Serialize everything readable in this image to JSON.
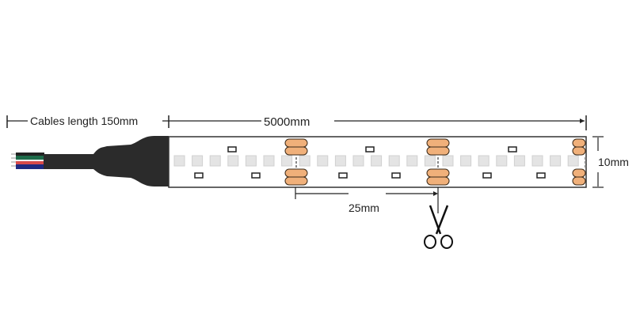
{
  "labels": {
    "cable_length": "Cables length 150mm",
    "strip_length": "5000mm",
    "strip_width": "10mm",
    "cut_interval": "25mm"
  },
  "colors": {
    "cable": "#2b2b2b",
    "pad": "#f0b07a",
    "pad_outline": "#3a2a1a",
    "led": "#e4e4e4",
    "wire_green": "#1e6b4a",
    "wire_red": "#d84a4a",
    "wire_blue": "#1e2a80"
  },
  "icons": [
    "scissors-icon"
  ]
}
